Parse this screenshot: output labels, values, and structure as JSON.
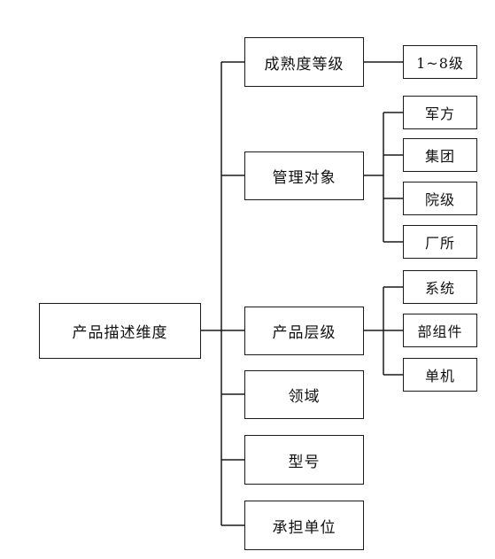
{
  "root": {
    "label": "产品描述维度"
  },
  "branches": {
    "maturity": {
      "label": "成熟度等级",
      "children": [
        "1~8级"
      ]
    },
    "management": {
      "label": "管理对象",
      "children": [
        "军方",
        "集团",
        "院级",
        "厂所"
      ]
    },
    "product_level": {
      "label": "产品层级",
      "children": [
        "系统",
        "部组件",
        "单机"
      ]
    },
    "domain": {
      "label": "领域"
    },
    "model": {
      "label": "型号"
    },
    "unit": {
      "label": "承担单位"
    }
  },
  "colors": {
    "line": "#1a1a1a",
    "border": "#1a1a1a",
    "background": "#ffffff"
  }
}
